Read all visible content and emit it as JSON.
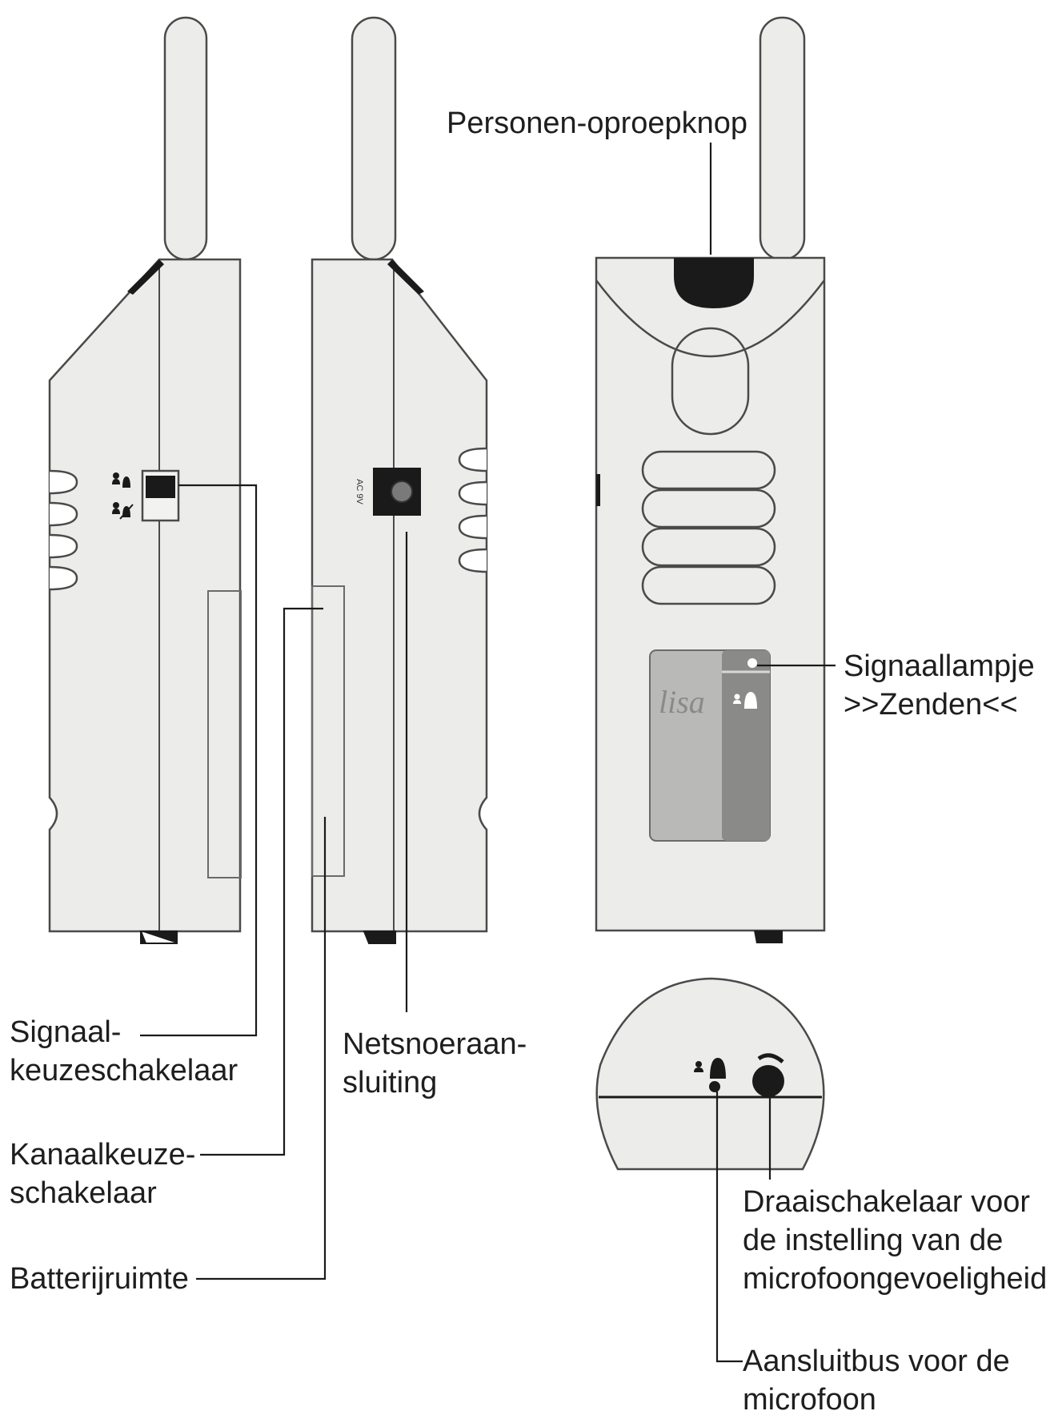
{
  "labels": {
    "personen_oproepknop": "Personen-oproepknop",
    "signaallampje_line1": "Signaallampje",
    "signaallampje_line2": ">>Zenden<<",
    "signaalkeuze_line1": "Signaal-",
    "signaalkeuze_line2": "keuzeschakelaar",
    "netsnoer_line1": "Netsnoeraan-",
    "netsnoer_line2": "sluiting",
    "kanaalkeuze_line1": "Kanaalkeuze-",
    "kanaalkeuze_line2": "schakelaar",
    "batterijruimte": "Batterijruimte",
    "draaischakelaar_line1": "Draaischakelaar voor",
    "draaischakelaar_line2": "de instelling van de",
    "draaischakelaar_line3": "microfoongevoeligheid",
    "aansluitbus_line1": "Aansluitbus voor de",
    "aansluitbus_line2": "microfoon"
  },
  "device": {
    "brand_logo": "lisa",
    "ac_port_marking": "AC 9V"
  },
  "icons": {
    "signal_switch_icons": [
      "person-bell-icon",
      "person-bell-muted-icon"
    ],
    "panel_indicator_icons": [
      "led-dot-icon",
      "person-bell-icon"
    ],
    "bottom_cap_icons": [
      "person-bell-icon",
      "rotary-knob-icon",
      "mic-jack-icon"
    ]
  },
  "colors": {
    "device_fill": "#ececea",
    "outline": "#4a4a4a",
    "panel_light": "#b9b9b7",
    "panel_dark": "#8a8a88",
    "accent_black": "#1a1a1a"
  }
}
